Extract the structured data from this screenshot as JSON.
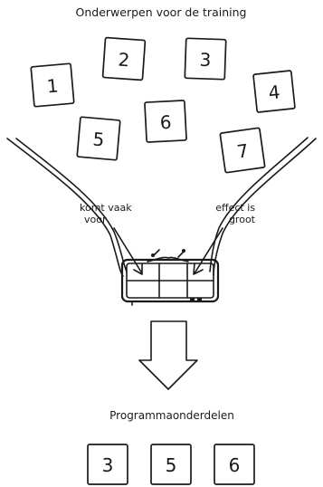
{
  "title": "Onderwerpen voor de training",
  "topic_cards": [
    "1",
    "2",
    "3",
    "4",
    "5",
    "6",
    "7"
  ],
  "left_label": [
    "komt vaak",
    "voor"
  ],
  "right_label": [
    "effect is",
    "groot"
  ],
  "result_title": "Programmaonderdelen",
  "result_cards": [
    "3",
    "5",
    "6"
  ],
  "colors": {
    "ink": "#1a1a1a",
    "background": "#ffffff"
  }
}
